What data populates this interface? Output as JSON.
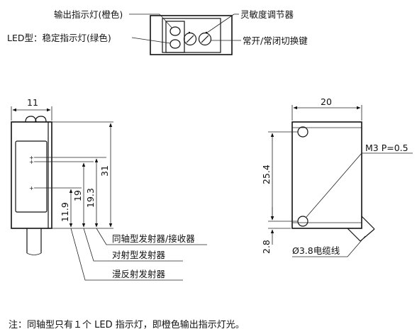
{
  "labels": {
    "output_indicator": "输出指示灯(橙色)",
    "stability_indicator": "LED型：稳定指示灯(绿色)",
    "sensitivity_adjuster": "灵敏度调节器",
    "switch_key": "常开/常闭切换键"
  },
  "dimensions": {
    "width_side": "11",
    "width_front": "20",
    "height_31": "31",
    "height_19_3": "19.3",
    "height_19": "19",
    "height_11_9": "11.9",
    "hole_spacing": "25.4",
    "bottom_offset": "2.8",
    "screw": "M3 P=0.5",
    "cable": "Ø3.8电缆线"
  },
  "emitters": {
    "coaxial": "同轴型发射器/接收器",
    "through_beam": "对射型发射器",
    "diffuse": "漫反射发射器"
  },
  "note": "注：同轴型只有１个 LED 指示灯，即橙色输出指示灯光。"
}
